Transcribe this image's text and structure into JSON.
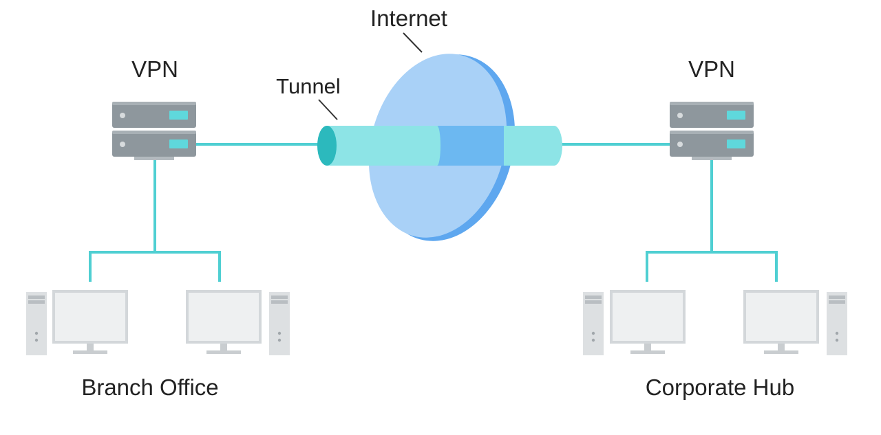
{
  "diagram": {
    "internet_label": "Internet",
    "tunnel_label": "Tunnel",
    "left_site": {
      "vpn_label": "VPN",
      "site_label": "Branch Office"
    },
    "right_site": {
      "vpn_label": "VPN",
      "site_label": "Corporate Hub"
    }
  },
  "colors": {
    "link": "#4fcfd2",
    "tunnel": "#8de4e6",
    "tunnel_end": "#2cb9bd",
    "internet_disk": "#a9d1f7",
    "internet_rim": "#5ea7ef",
    "server_body": "#8e979d",
    "server_light": "#5fd8dc",
    "pc_case": "#dde0e2",
    "monitor": "#dfe3e5"
  },
  "icons": [
    "server-icon",
    "desktop-computer-icon",
    "internet-disk-icon",
    "tunnel-icon"
  ]
}
